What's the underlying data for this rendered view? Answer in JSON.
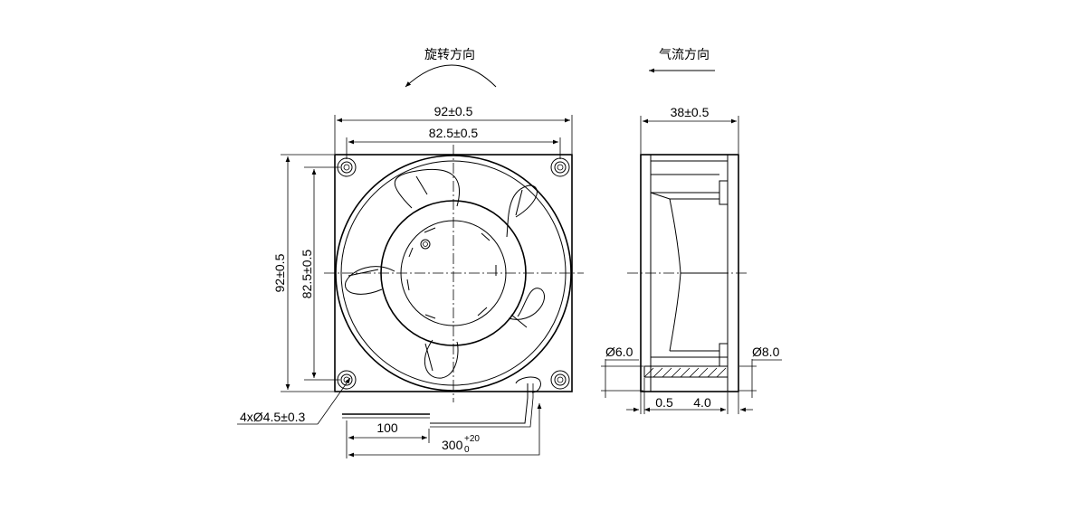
{
  "labels": {
    "rotation_direction": "旋转方向",
    "airflow_direction": "气流方向",
    "front_width": "92±0.5",
    "front_hole_spacing_h": "82.5±0.5",
    "front_height": "92±0.5",
    "front_hole_spacing_v": "82.5±0.5",
    "mounting_holes": "4xØ4.5±0.3",
    "lead_strip_length": "100",
    "lead_length_base": "300",
    "lead_length_upper_tol": "+20",
    "lead_length_lower_tol": "0",
    "side_depth": "38±0.5",
    "side_inner_dia": "Ø6.0",
    "side_outer_dia": "Ø8.0",
    "side_flange_thickness": "0.5",
    "side_flange_width": "4.0"
  }
}
